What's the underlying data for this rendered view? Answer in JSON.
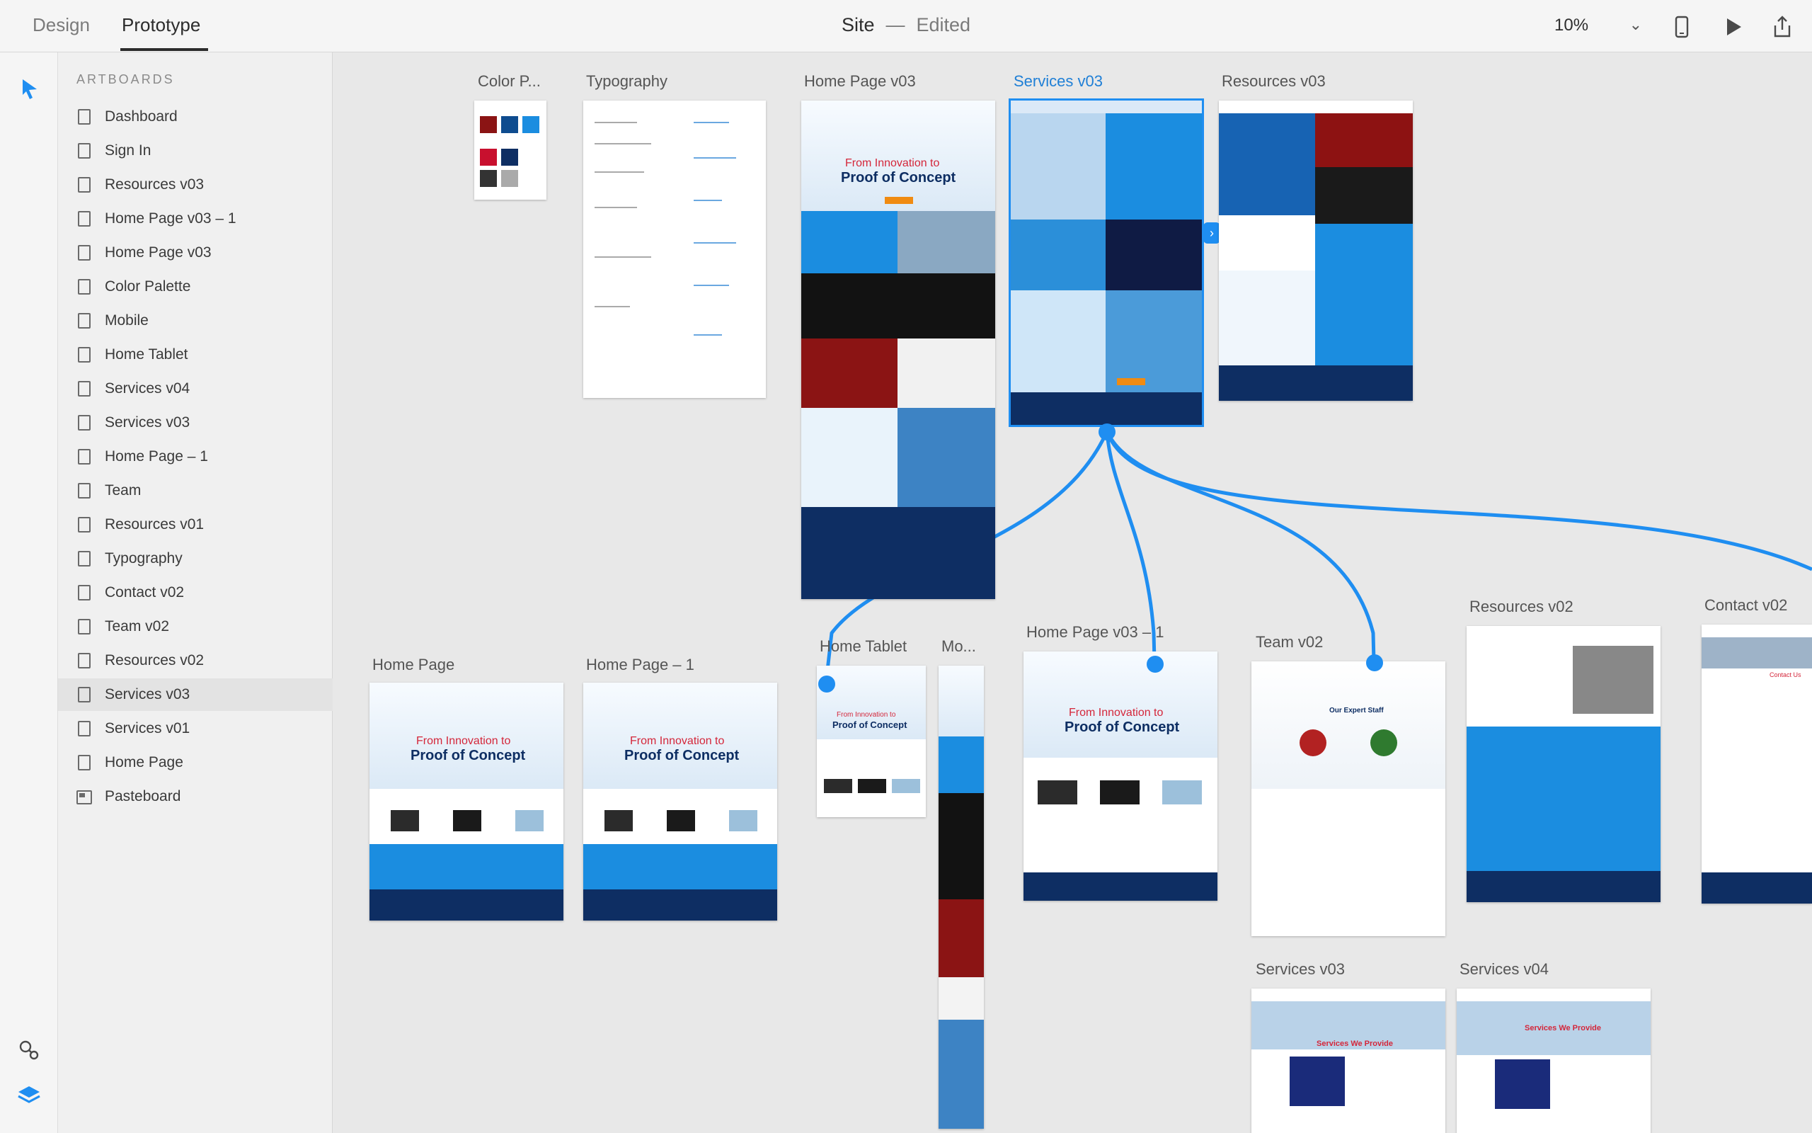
{
  "topbar": {
    "tabs": [
      {
        "label": "Design"
      },
      {
        "label": "Prototype"
      }
    ],
    "doc_name": "Site",
    "doc_separator": "—",
    "doc_status": "Edited",
    "zoom": "10%"
  },
  "toolrail": {
    "icons": [
      "select-arrow-icon",
      "plugins-icon",
      "layers-icon"
    ]
  },
  "sidebar": {
    "title": "ARTBOARDS",
    "items": [
      {
        "label": "Dashboard"
      },
      {
        "label": "Sign In"
      },
      {
        "label": "Resources v03"
      },
      {
        "label": "Home Page v03 – 1"
      },
      {
        "label": "Home Page v03"
      },
      {
        "label": "Color Palette"
      },
      {
        "label": "Mobile"
      },
      {
        "label": "Home Tablet"
      },
      {
        "label": "Services v04"
      },
      {
        "label": "Services v03"
      },
      {
        "label": "Home Page – 1"
      },
      {
        "label": "Team"
      },
      {
        "label": "Resources v01"
      },
      {
        "label": "Typography"
      },
      {
        "label": "Contact v02"
      },
      {
        "label": "Team v02"
      },
      {
        "label": "Resources v02"
      },
      {
        "label": "Services v03"
      },
      {
        "label": "Services v01"
      },
      {
        "label": "Home Page"
      },
      {
        "label": "Pasteboard"
      }
    ],
    "selected_index": 17
  },
  "canvas": {
    "artboards": {
      "color_palette": "Color P...",
      "typography": "Typography",
      "home_v03": "Home Page v03",
      "services_v03_top": "Services v03",
      "resources_v03": "Resources v03",
      "home_page": "Home Page",
      "home_page_1": "Home Page – 1",
      "home_tablet": "Home Tablet",
      "mobile": "Mo...",
      "home_v03_1": "Home Page v03 – 1",
      "team_v02": "Team v02",
      "resources_v02": "Resources v02",
      "contact_v02": "Contact v02",
      "services_v03_bottom": "Services v03",
      "services_v04": "Services v04"
    },
    "mini": {
      "hero_line1": "From Innovation to",
      "hero_line2": "Proof of Concept",
      "services_heading": "Services We Provide",
      "staff_heading": "Our Expert Staff",
      "contact_heading": "Contact Us"
    }
  },
  "colors": {
    "accent": "#1f8ef1",
    "navy": "#0e2e63",
    "brand_red": "#d4263a",
    "brand_blue": "#1b8de0"
  }
}
